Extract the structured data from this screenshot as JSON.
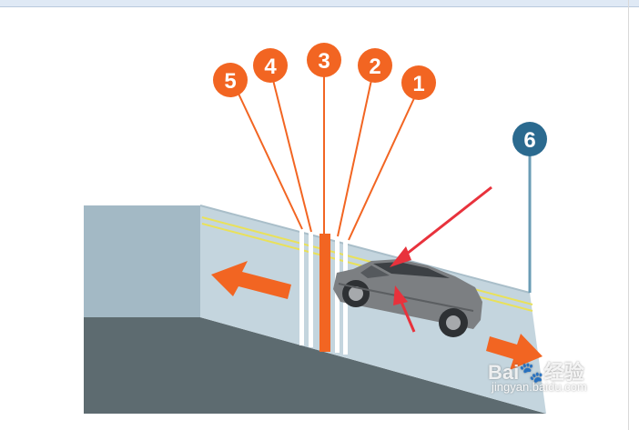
{
  "callouts": [
    {
      "label": "1",
      "color": "#f26522"
    },
    {
      "label": "2",
      "color": "#f26522"
    },
    {
      "label": "3",
      "color": "#f26522"
    },
    {
      "label": "4",
      "color": "#f26522"
    },
    {
      "label": "5",
      "color": "#f26522"
    },
    {
      "label": "6",
      "color": "#2b6a8f"
    }
  ],
  "colors": {
    "wall": "#9fb6c2",
    "road": "#c3d4dd",
    "ground": "#5d6b70",
    "lane_line": "#e9e15a",
    "arrow": "#f26522",
    "pointer": "#e8323c"
  },
  "watermark": {
    "logo": "Bai🐾经验",
    "url": "jingyan.baidu.com"
  }
}
